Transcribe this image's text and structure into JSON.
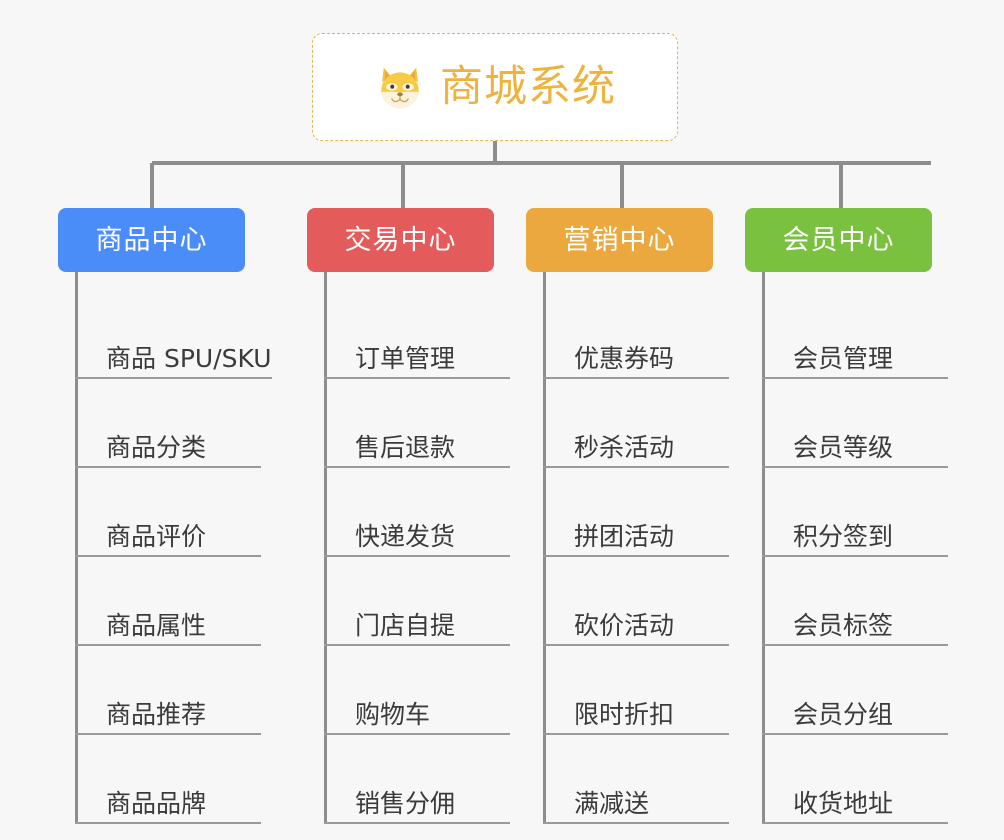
{
  "background_color": "#f7f7f7",
  "root": {
    "title": "商城系统",
    "icon": "shiba-dog-icon",
    "text_color": "#eeb33f",
    "border_color": "#e9b44c",
    "background": "#ffffff"
  },
  "connector_color": "#8d8d8d",
  "columns": [
    {
      "id": "product-center",
      "label": "商品中心",
      "color": "#4b8df8",
      "items": [
        {
          "label": "商品 SPU/SKU"
        },
        {
          "label": "商品分类"
        },
        {
          "label": "商品评价"
        },
        {
          "label": "商品属性"
        },
        {
          "label": "商品推荐"
        },
        {
          "label": "商品品牌"
        }
      ]
    },
    {
      "id": "trade-center",
      "label": "交易中心",
      "color": "#e35b5b",
      "items": [
        {
          "label": "订单管理"
        },
        {
          "label": "售后退款"
        },
        {
          "label": "快递发货"
        },
        {
          "label": "门店自提"
        },
        {
          "label": "购物车"
        },
        {
          "label": "销售分佣"
        }
      ]
    },
    {
      "id": "marketing-center",
      "label": "营销中心",
      "color": "#eaa83f",
      "items": [
        {
          "label": "优惠券码"
        },
        {
          "label": "秒杀活动"
        },
        {
          "label": "拼团活动"
        },
        {
          "label": "砍价活动"
        },
        {
          "label": "限时折扣"
        },
        {
          "label": "满减送"
        }
      ]
    },
    {
      "id": "member-center",
      "label": "会员中心",
      "color": "#79c13f",
      "items": [
        {
          "label": "会员管理"
        },
        {
          "label": "会员等级"
        },
        {
          "label": "积分签到"
        },
        {
          "label": "会员标签"
        },
        {
          "label": "会员分组"
        },
        {
          "label": "收货地址"
        }
      ]
    }
  ]
}
